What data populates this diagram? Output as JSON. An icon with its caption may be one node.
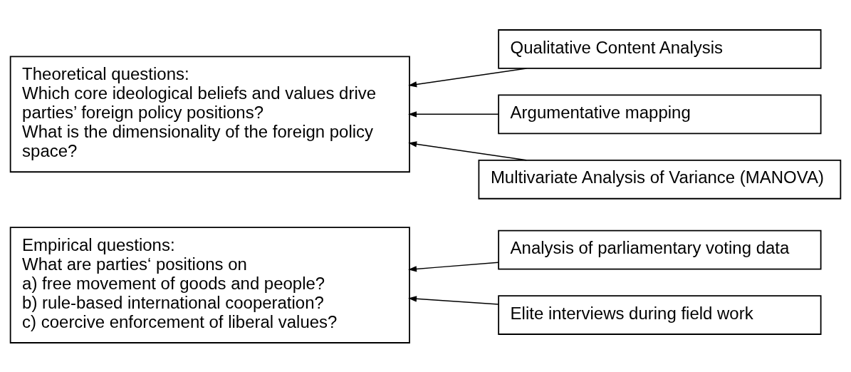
{
  "diagram": {
    "nodes": [
      {
        "text": [
          "Empirical questions:",
          "What are parties‘ positions on",
          "a) free movement of goods and people?",
          "b) rule-based international cooperation?",
          "c) coercive enforcement of liberal values?"
        ]
      },
      {
        "text": [
          "Theoretical questions:",
          "Which core ideological beliefs and values drive parties’ foreign policy positions?",
          "What is the dimensionality of the foreign policy space?"
        ]
      },
      {
        "text": [
          "Analysis of parliamentary voting data"
        ]
      },
      {
        "text": [
          "Elite interviews during field work"
        ]
      },
      {
        "text": [
          "Qualitative Content Analysis"
        ]
      },
      {
        "text": [
          "Argumentative mapping"
        ]
      },
      {
        "text": [
          "Multivariate Analysis of Variance (MANOVA)"
        ]
      }
    ],
    "edges": [
      {
        "from": 2,
        "to": 0,
        "arrow": "to"
      },
      {
        "from": 3,
        "to": 0,
        "arrow": "to"
      },
      {
        "from": 4,
        "to": 1,
        "arrow": "to"
      },
      {
        "from": 5,
        "to": 1,
        "arrow": "to"
      },
      {
        "from": 6,
        "to": 1,
        "arrow": "to"
      }
    ]
  }
}
